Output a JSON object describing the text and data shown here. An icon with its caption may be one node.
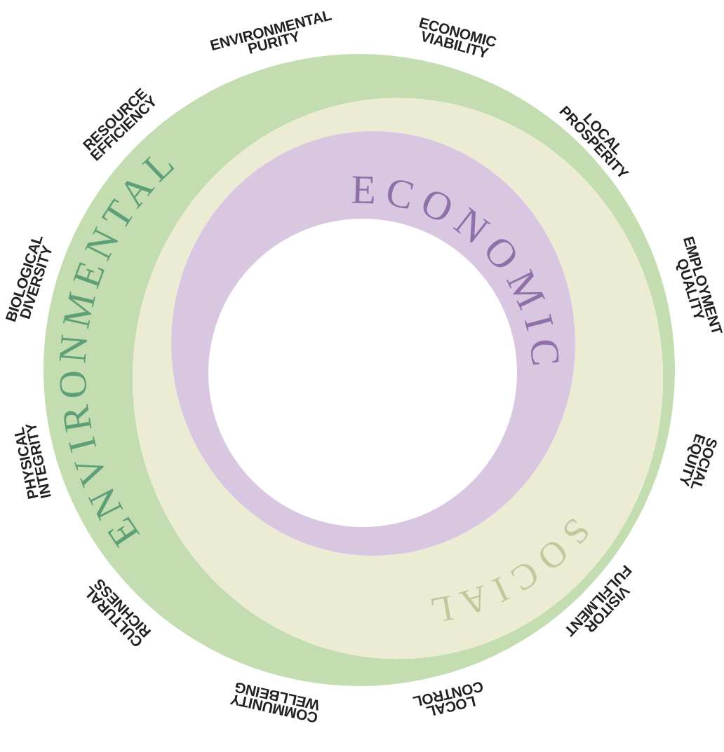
{
  "diagram": {
    "nodes": [
      {
        "text": [
          "ENVIRONMENTAL"
        ]
      },
      {
        "text": [
          "SOCIAL"
        ],
        "in": 0
      },
      {
        "text": [
          "ECONOMIC"
        ],
        "in": 1
      }
    ],
    "labels": [
      "ENVIRONMENTAL PURITY",
      "ECONOMIC VIABILITY",
      "LOCAL PROSPERITY",
      "EMPLOYMENT QUALITY",
      "SOCIAL EQUITY",
      "VISITOR FULFILMENT",
      "LOCAL CONTROL",
      "COMMUNITY WELLBEING",
      "CULTURAL RICHNESS",
      "PHYSICAL INTEGRITY",
      "BIOLOGICAL DIVERSITY",
      "RESOURCE EFFICIENCY"
    ]
  }
}
